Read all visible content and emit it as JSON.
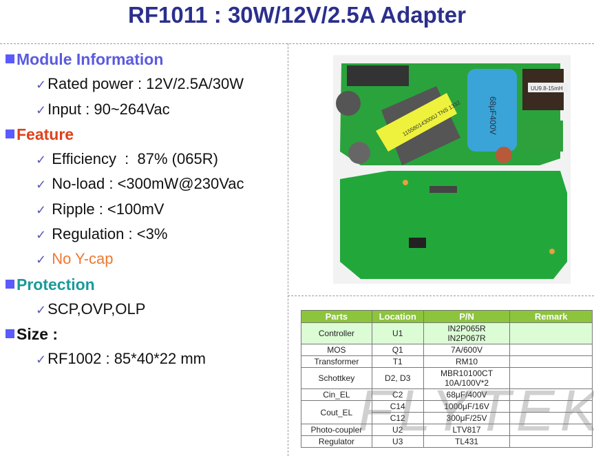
{
  "title": "RF1011 : 30W/12V/2.5A Adapter",
  "sections": [
    {
      "heading": "Module Information",
      "color": "#5a5ae0",
      "items": [
        {
          "text": "Rated power : 12V/2.5A/30W"
        },
        {
          "text": "Input : 90~264Vac"
        }
      ]
    },
    {
      "heading": "Feature",
      "color": "#e0401a",
      "items": [
        {
          "text": " Efficiency  :  87% (065R)"
        },
        {
          "text": " No-load : <300mW@230Vac"
        },
        {
          "text": " Ripple : <100mV"
        },
        {
          "text": " Regulation : <3%"
        },
        {
          "text": " No Y-cap",
          "color": "#f07830"
        }
      ]
    },
    {
      "heading": "Protection",
      "color": "#1a9a9a",
      "items": [
        {
          "text": "SCP,OVP,OLP"
        }
      ]
    },
    {
      "heading": "Size :",
      "color": "#111111",
      "items": [
        {
          "text": "RF1002 : 85*40*22 mm"
        }
      ]
    }
  ],
  "check": "✓",
  "photo_labels": {
    "transformer": "115580143000J TNS 1332",
    "capacitor": "68µF400V",
    "choke": "UU9.8-15mH"
  },
  "table": {
    "headers": [
      "Parts",
      "Location",
      "P/N",
      "Remark"
    ],
    "rows": [
      {
        "part": "Controller",
        "loc": "U1",
        "pn": [
          "IN2P065R",
          "IN2P067R"
        ],
        "remark": ""
      },
      {
        "part": "MOS",
        "loc": "Q1",
        "pn": [
          "7A/600V"
        ],
        "remark": ""
      },
      {
        "part": "Transformer",
        "loc": "T1",
        "pn": [
          "RM10"
        ],
        "remark": ""
      },
      {
        "part": "Schottkey",
        "loc": "D2, D3",
        "pn": [
          "MBR10100CT",
          "10A/100V*2"
        ],
        "remark": ""
      },
      {
        "part": "Cin_EL",
        "loc": "C2",
        "pn": [
          "68μF/400V"
        ],
        "remark": ""
      },
      {
        "part": "Cout_EL",
        "loc": "C14",
        "pn": [
          "1000μF/16V"
        ],
        "remark": ""
      },
      {
        "part": "",
        "loc": "C12",
        "pn": [
          "300μF/25V"
        ],
        "remark": ""
      },
      {
        "part": "Photo-coupler",
        "loc": "U2",
        "pn": [
          "LTV817"
        ],
        "remark": ""
      },
      {
        "part": "Regulator",
        "loc": "U3",
        "pn": [
          "TL431"
        ],
        "remark": ""
      }
    ]
  },
  "watermark": "FLYTEK"
}
